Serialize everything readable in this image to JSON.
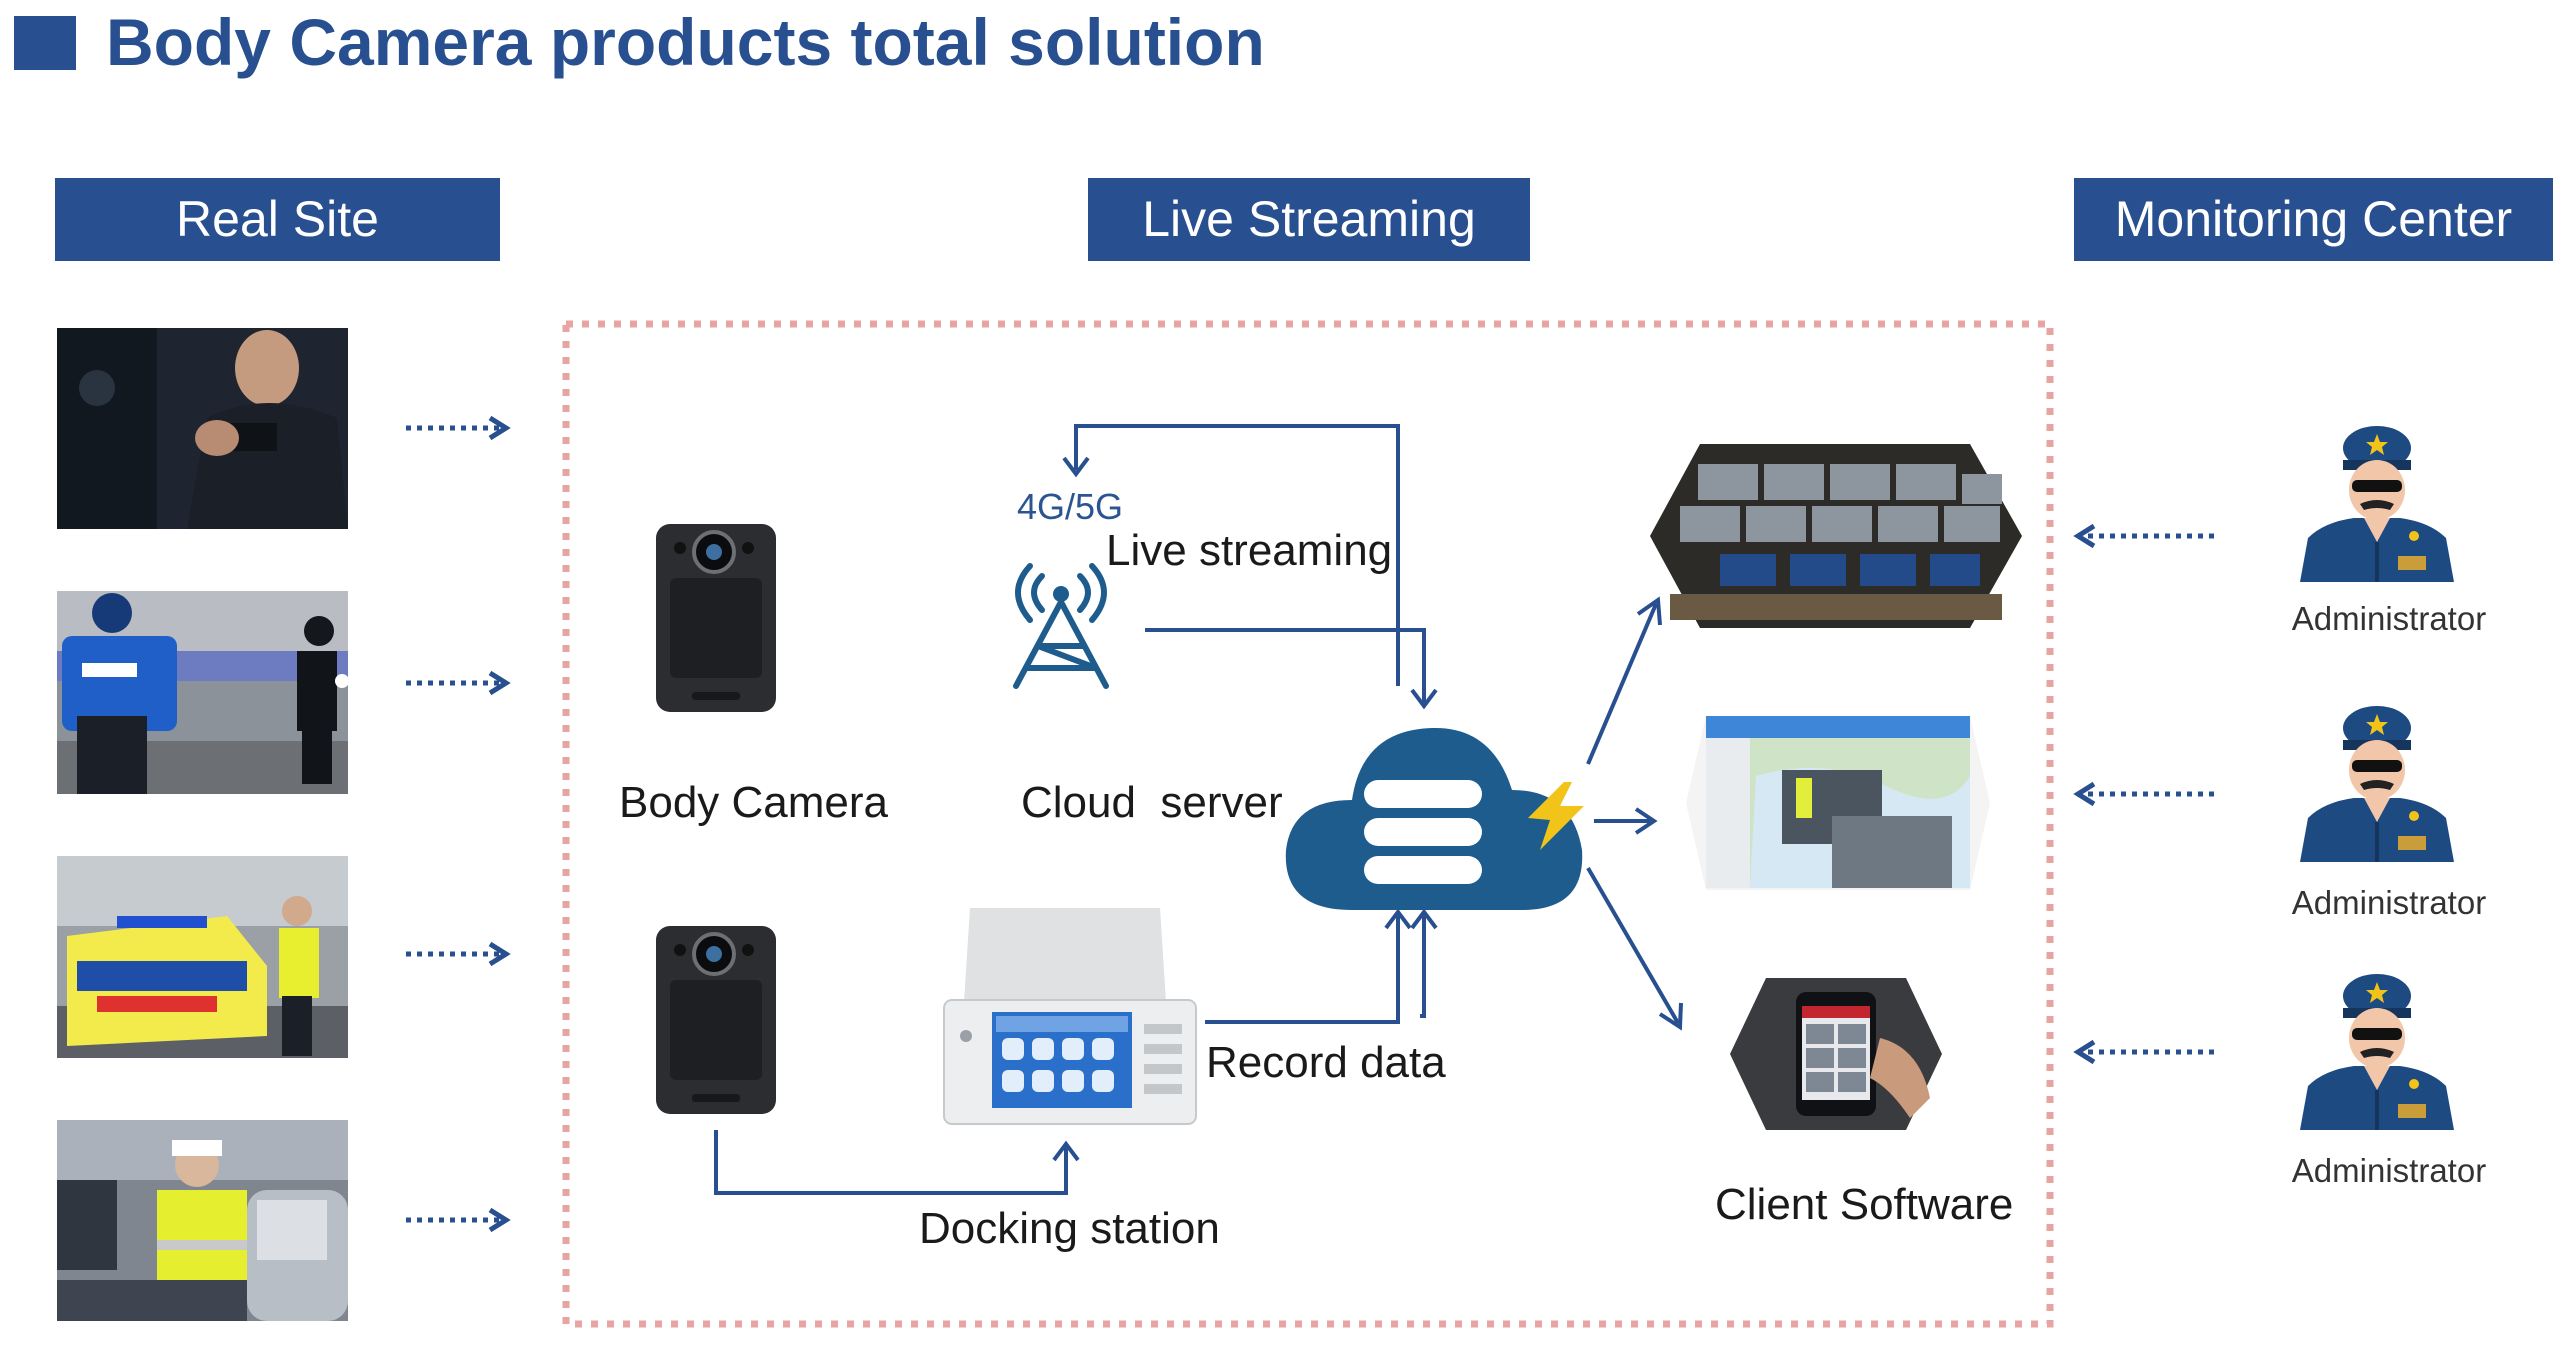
{
  "title": "Body Camera products total solution",
  "headers": {
    "real_site": "Real Site",
    "live_streaming": "Live Streaming",
    "monitoring_center": "Monitoring Center"
  },
  "labels": {
    "network": "4G/5G",
    "live_streaming": "Live streaming",
    "body_camera": "Body Camera",
    "cloud_server": "Cloud  server",
    "record_data": "Record data",
    "docking_station": "Docking station",
    "client_software": "Client Software"
  },
  "administrators": [
    "Administrator",
    "Administrator",
    "Administrator"
  ],
  "colors": {
    "brand_blue": "#284f8f",
    "cloud_blue": "#1f5c8e",
    "dashed_border": "#e8a3a3",
    "lightning": "#f2c318"
  },
  "icons": [
    "camera-device-icon",
    "tower-antenna-icon",
    "cloud-server-icon",
    "lightning-icon",
    "police-officer-icon"
  ]
}
